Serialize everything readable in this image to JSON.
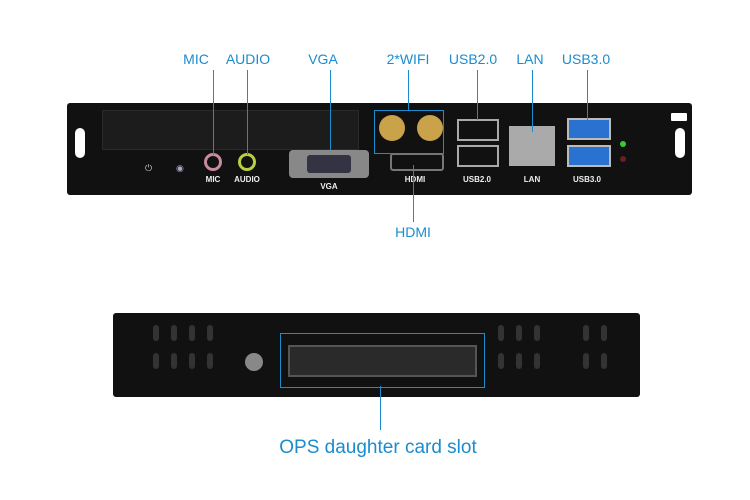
{
  "callouts": {
    "mic": "MIC",
    "audio": "AUDIO",
    "vga": "VGA",
    "wifi": "2*WIFI",
    "usb2": "USB2.0",
    "lan": "LAN",
    "usb3": "USB3.0",
    "hdmi": "HDMI",
    "ops": "OPS daughter card slot"
  },
  "panel_labels": {
    "mic": "MIC",
    "audio": "AUDIO",
    "vga": "VGA",
    "hdmi": "HDMI",
    "usb2": "USB2.0",
    "lan": "LAN",
    "usb3": "USB3.0"
  },
  "colors": {
    "accent": "#1b8ccd",
    "panel": "#111111"
  }
}
